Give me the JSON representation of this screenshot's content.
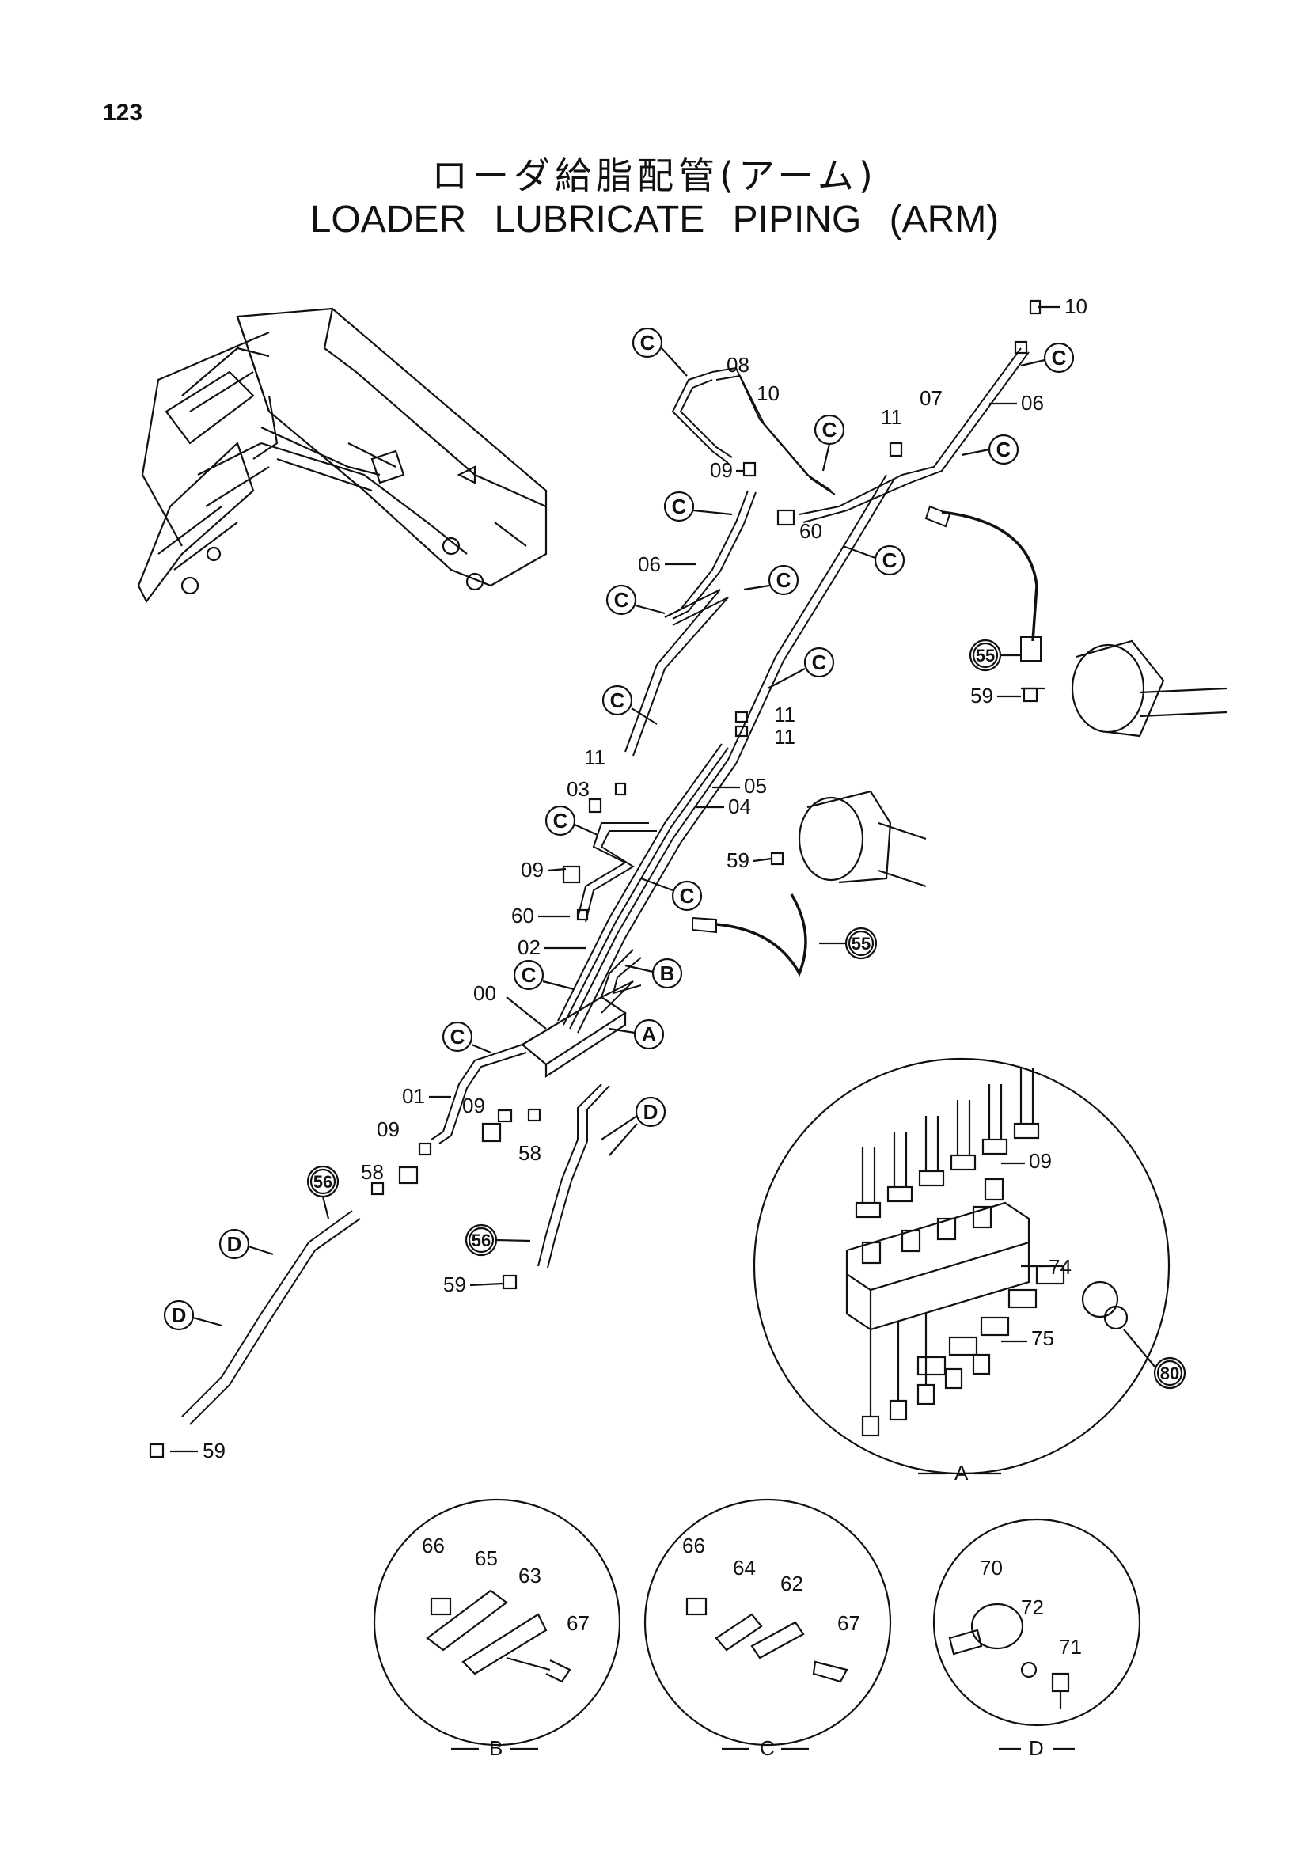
{
  "page_number": "123",
  "title_jp": "ローダ給脂配管(アーム)",
  "title_en": "LOADER LUBRICATE PIPING (ARM)",
  "callouts": [
    "C",
    "C",
    "C",
    "C",
    "C",
    "C",
    "C",
    "C",
    "C",
    "C",
    "C",
    "C",
    "C",
    "B",
    "A",
    "D",
    "D",
    "D"
  ],
  "callouts_hose": [
    "55",
    "55",
    "56",
    "56"
  ],
  "callout_80": "80",
  "part_labels": {
    "p10a": "10",
    "p08": "08",
    "p10b": "10",
    "p07": "07",
    "p06a": "06",
    "p11a": "11",
    "p09a": "09",
    "p60a": "60",
    "p06b": "06",
    "p59a": "59",
    "p11b": "11",
    "p11c": "11",
    "p11d": "11",
    "p03": "03",
    "p05": "05",
    "p04": "04",
    "p59b": "59",
    "p09b": "09",
    "p60b": "60",
    "p02": "02",
    "p00": "00",
    "p01": "01",
    "p09c": "09",
    "p09d": "09",
    "p58a": "58",
    "p58b": "58",
    "p59c": "59",
    "p59d": "59",
    "p09e": "09",
    "p74": "74",
    "p75": "75"
  },
  "detail_A": {
    "label": "A"
  },
  "detail_B": {
    "label": "B",
    "parts": [
      "66",
      "65",
      "63",
      "67"
    ]
  },
  "detail_C": {
    "label": "C",
    "parts": [
      "66",
      "64",
      "62",
      "67"
    ]
  },
  "detail_D": {
    "label": "D",
    "parts": [
      "70",
      "72",
      "71"
    ]
  }
}
